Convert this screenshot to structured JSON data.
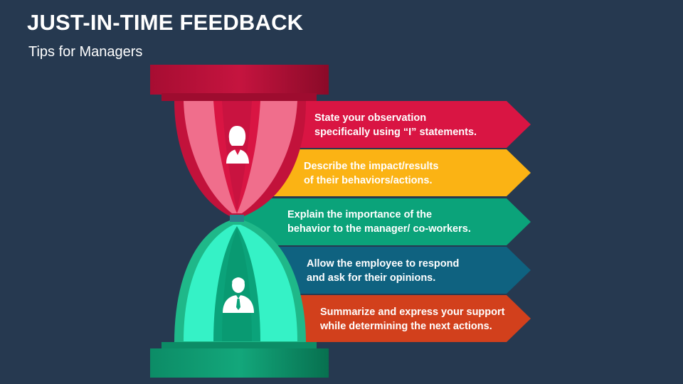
{
  "slide": {
    "title": "JUST-IN-TIME FEEDBACK",
    "subtitle": "Tips for Managers"
  },
  "steps": [
    {
      "line1": "State your observation",
      "line2": "specifically using “I” statements.",
      "color": "#d91543"
    },
    {
      "line1": "Describe the impact/results",
      "line2": "of their behaviors/actions.",
      "color": "#fbb314"
    },
    {
      "line1": "Explain the importance of the",
      "line2": "behavior to the manager/ co-workers.",
      "color": "#0ba37a"
    },
    {
      "line1": "Allow the employee to respond",
      "line2": "and ask for their opinions.",
      "color": "#0f6280"
    },
    {
      "line1": "Summarize and express your support",
      "line2": "while determining the next actions.",
      "color": "#d2401c"
    }
  ],
  "icons": {
    "top": "manager-woman-icon",
    "bottom": "employee-man-icon"
  },
  "colors": {
    "background": "#263950",
    "hourglass_top": "#c2123b",
    "hourglass_bottom": "#1fb889",
    "sand_top": "#f06e8c",
    "sand_bottom": "#35f2c6"
  }
}
